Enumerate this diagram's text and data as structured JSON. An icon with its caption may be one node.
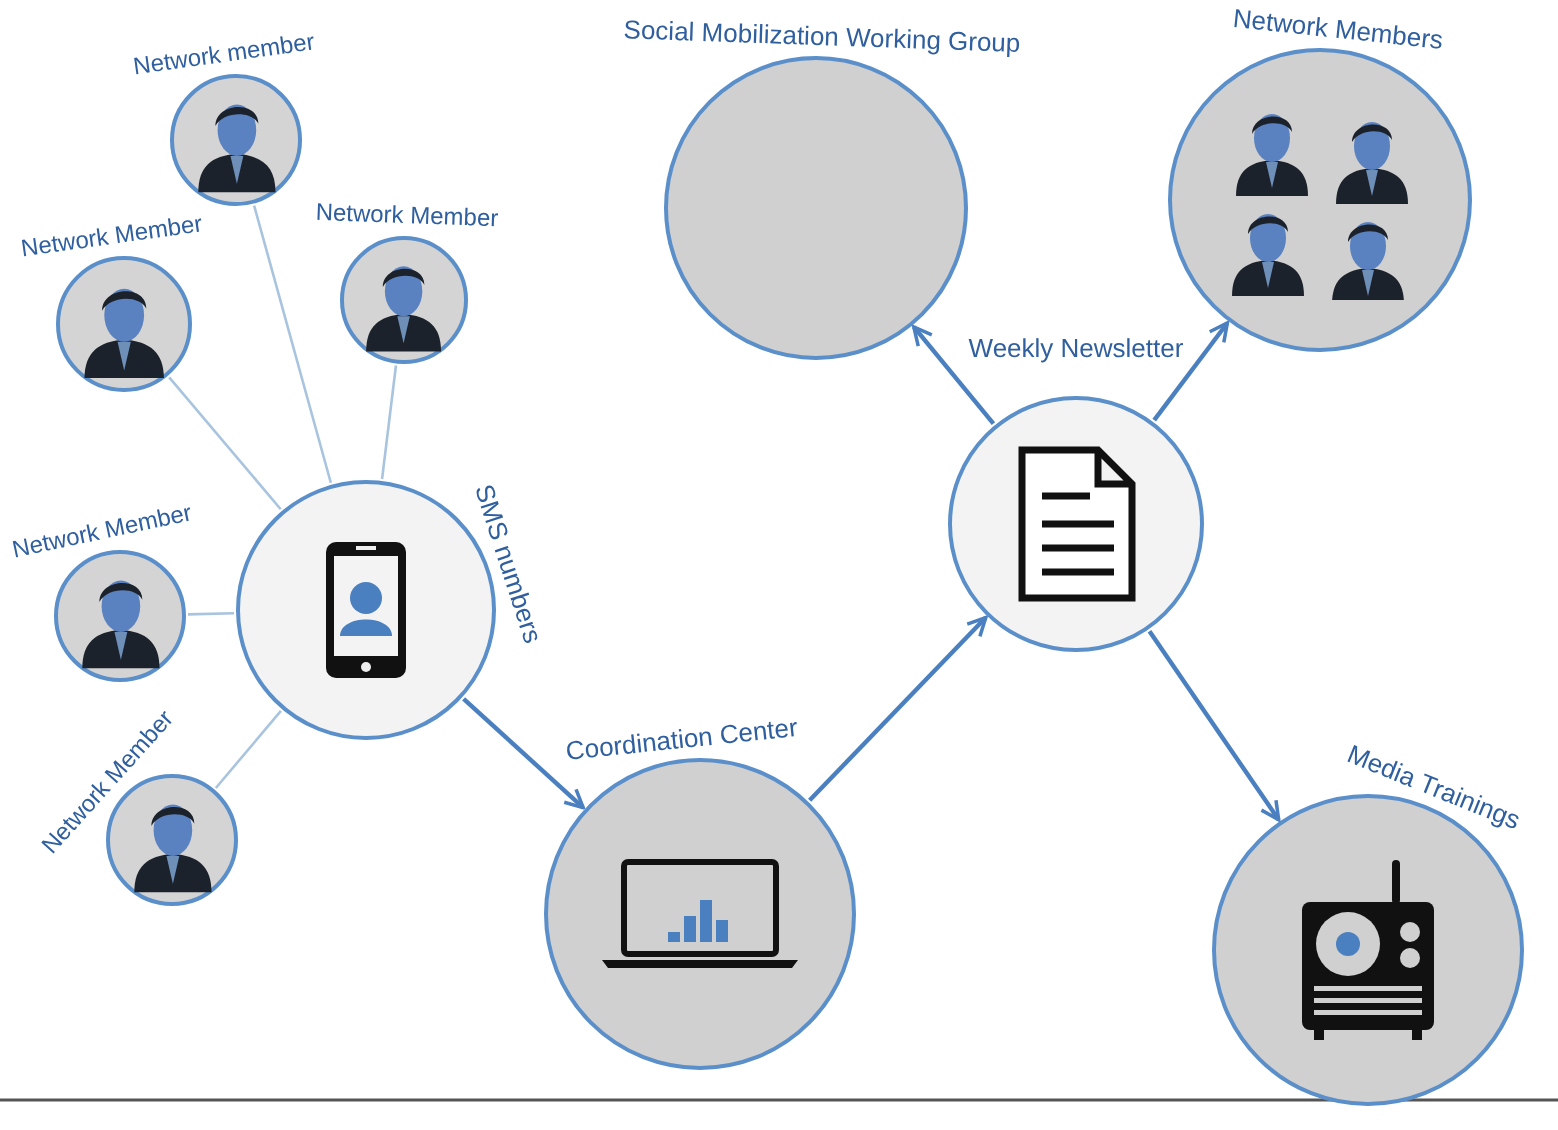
{
  "diagram": {
    "nodes": [
      {
        "text": [
          "Network member"
        ]
      },
      {
        "text": [
          "Network Member"
        ]
      },
      {
        "text": [
          "Network Member"
        ]
      },
      {
        "text": [
          "Network Member"
        ]
      },
      {
        "text": [
          "Network Member"
        ]
      },
      {
        "text": [
          "SMS numbers"
        ]
      },
      {
        "text": [
          "Coordination Center"
        ]
      },
      {
        "text": [
          "Weekly Newsletter"
        ]
      },
      {
        "text": [
          "Social Mobilization Working Group"
        ]
      },
      {
        "text": [
          "Network Members"
        ]
      },
      {
        "text": [
          "Media Trainings"
        ]
      }
    ],
    "edges": [
      {
        "from": 0,
        "to": 5,
        "arrow": "none",
        "color": "#a9c4de"
      },
      {
        "from": 1,
        "to": 5,
        "arrow": "none",
        "color": "#a9c4de"
      },
      {
        "from": 2,
        "to": 5,
        "arrow": "none",
        "color": "#a9c4de"
      },
      {
        "from": 3,
        "to": 5,
        "arrow": "none",
        "color": "#a9c4de"
      },
      {
        "from": 4,
        "to": 5,
        "arrow": "none",
        "color": "#a9c4de"
      },
      {
        "from": 5,
        "to": 6,
        "arrow": "to",
        "color": "#4a7fc0"
      },
      {
        "from": 6,
        "to": 7,
        "arrow": "to",
        "color": "#4a7fc0"
      },
      {
        "from": 7,
        "to": 8,
        "arrow": "to",
        "color": "#4a7fc0"
      },
      {
        "from": 7,
        "to": 9,
        "arrow": "to",
        "color": "#4a7fc0"
      },
      {
        "from": 7,
        "to": 10,
        "arrow": "to",
        "color": "#4a7fc0"
      }
    ]
  }
}
